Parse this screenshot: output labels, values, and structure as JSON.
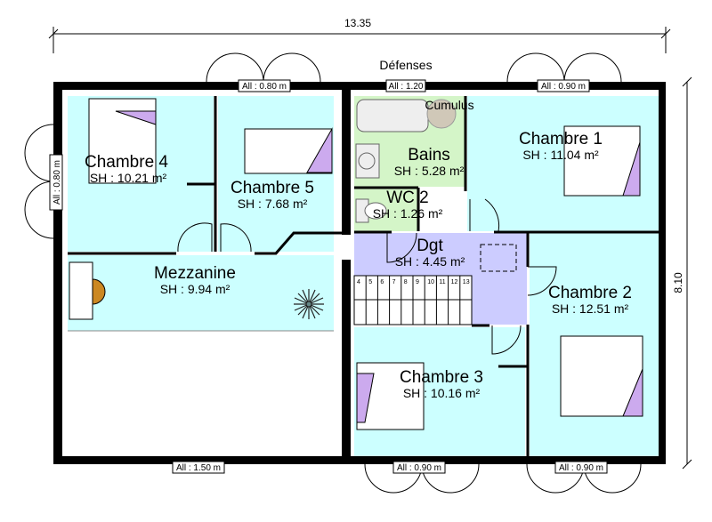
{
  "plan": {
    "overall_width": "13.35",
    "overall_depth": "8.10",
    "facade_label": "Défenses",
    "colors": {
      "bedroom": "#ccffff",
      "bathroom": "#d4f5c8",
      "hall": "#ccccff",
      "bedspread": "#ccaaee",
      "wall": "#000000"
    },
    "rooms": [
      {
        "name": "Chambre 4",
        "area": "SH : 10.21 m²"
      },
      {
        "name": "Chambre 5",
        "area": "SH : 7.68 m²"
      },
      {
        "name": "Mezzanine",
        "area": "SH : 9.94 m²"
      },
      {
        "name": "Bains",
        "area": "SH : 5.28 m²"
      },
      {
        "name": "WC 2",
        "area": "SH : 1.26 m²"
      },
      {
        "name": "Chambre 1",
        "area": "SH : 11.04 m²"
      },
      {
        "name": "Dgt",
        "area": "SH : 4.45 m²"
      },
      {
        "name": "Chambre 2",
        "area": "SH : 12.51 m²"
      },
      {
        "name": "Chambre 3",
        "area": "SH : 10.16 m²"
      }
    ],
    "fixtures": {
      "water_heater": "Cumulus"
    },
    "openings": [
      "All : 0.80 m",
      "All : 1.20",
      "All : 0.90 m",
      "All : 0.80 m",
      "All : 1.50 m",
      "All : 0.90 m",
      "All : 0.90 m"
    ],
    "stair_steps": [
      "4",
      "5",
      "6",
      "7",
      "8",
      "9",
      "10",
      "11",
      "12",
      "13"
    ]
  }
}
